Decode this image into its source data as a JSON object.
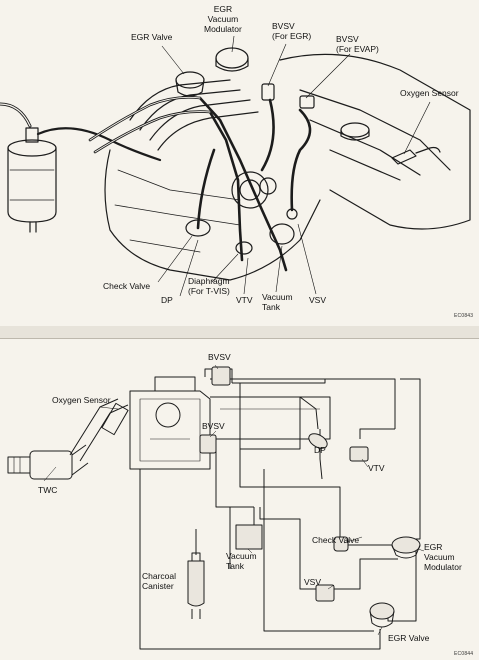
{
  "top_diagram": {
    "labels": {
      "egr_vacuum_modulator": [
        "EGR",
        "Vacuum",
        "Modulator"
      ],
      "egr_valve": "EGR Valve",
      "bvsv_egr": [
        "BVSV",
        "(For EGR)"
      ],
      "bvsv_evap": [
        "BVSV",
        "(For EVAP)"
      ],
      "oxygen_sensor": "Oxygen Sensor",
      "check_valve": "Check Valve",
      "dp": "DP",
      "diaphragm": [
        "Diaphragm",
        "(For T-VIS)"
      ],
      "vtv": "VTV",
      "vacuum_tank": [
        "Vacuum",
        "Tank"
      ],
      "vsv": "VSV"
    },
    "figure_code": "EC0843"
  },
  "bottom_diagram": {
    "labels": {
      "bvsv_top": "BVSV",
      "oxygen_sensor": "Oxygen Sensor",
      "bvsv_mid": "BVSV",
      "dp": "DP",
      "vtv": "VTV",
      "twc": "TWC",
      "check_valve": "Check Valve",
      "egr_vacuum_modulator": [
        "EGR",
        "Vacuum",
        "Modulator"
      ],
      "vacuum_tank": [
        "Vacuum",
        "Tank"
      ],
      "charcoal_canister": [
        "Charcoal",
        "Canister"
      ],
      "vsv": "VSV",
      "egr_valve": "EGR Valve"
    },
    "figure_code": "EC0844"
  }
}
